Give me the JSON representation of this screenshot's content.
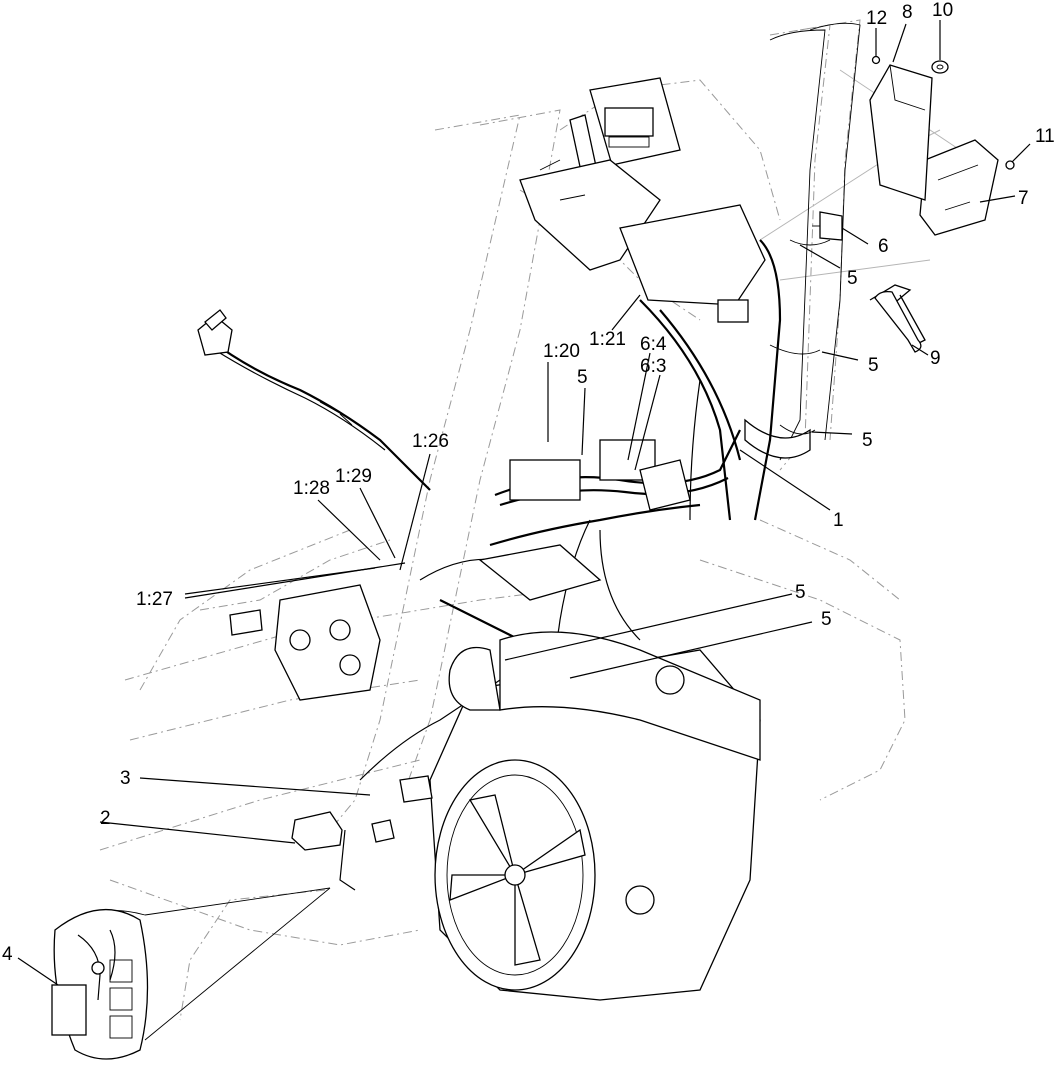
{
  "diagram": {
    "callouts": [
      {
        "id": "c1",
        "text": "1"
      },
      {
        "id": "c2",
        "text": "2"
      },
      {
        "id": "c3",
        "text": "3"
      },
      {
        "id": "c4",
        "text": "4"
      },
      {
        "id": "c5a",
        "text": "5"
      },
      {
        "id": "c5b",
        "text": "5"
      },
      {
        "id": "c5c",
        "text": "5"
      },
      {
        "id": "c5d",
        "text": "5"
      },
      {
        "id": "c5e",
        "text": "5"
      },
      {
        "id": "c5f",
        "text": "5"
      },
      {
        "id": "c6",
        "text": "6"
      },
      {
        "id": "c7",
        "text": "7"
      },
      {
        "id": "c8",
        "text": "8"
      },
      {
        "id": "c9",
        "text": "9"
      },
      {
        "id": "c10",
        "text": "10"
      },
      {
        "id": "c11",
        "text": "11"
      },
      {
        "id": "c12",
        "text": "12"
      },
      {
        "id": "c120",
        "text": "1:20"
      },
      {
        "id": "c121",
        "text": "1:21"
      },
      {
        "id": "c126",
        "text": "1:26"
      },
      {
        "id": "c127",
        "text": "1:27"
      },
      {
        "id": "c128",
        "text": "1:28"
      },
      {
        "id": "c129",
        "text": "1:29"
      },
      {
        "id": "c64",
        "text": "6:4"
      },
      {
        "id": "c63",
        "text": "6:3"
      }
    ]
  }
}
